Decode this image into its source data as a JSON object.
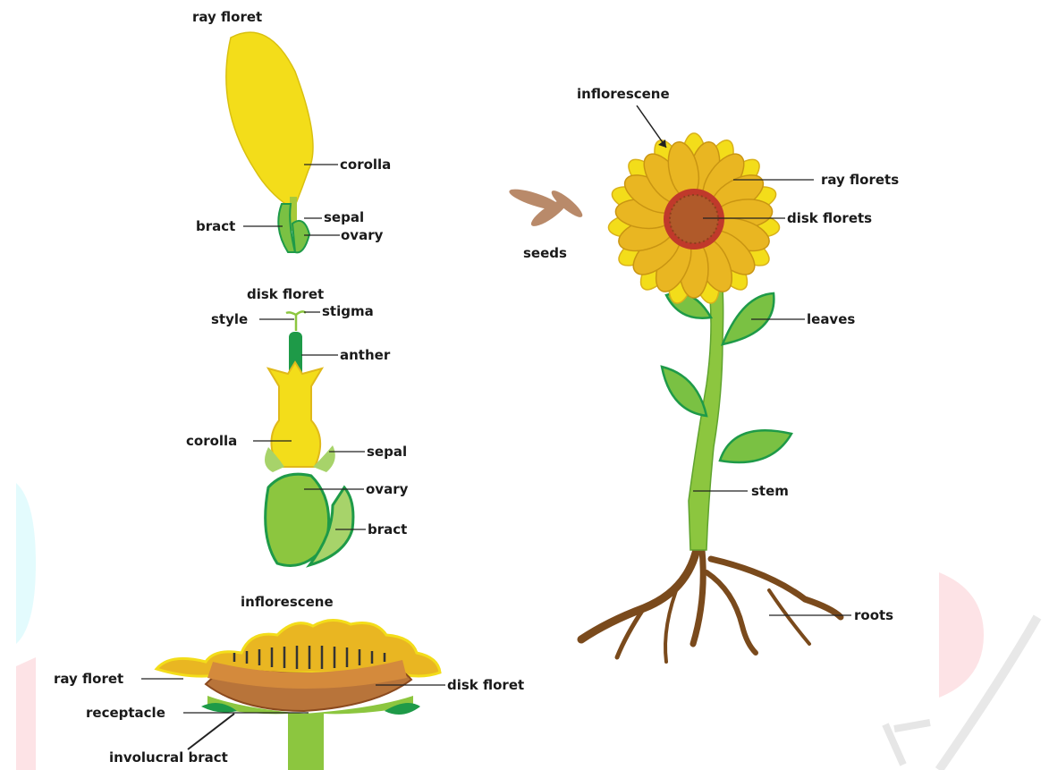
{
  "ray_floret_panel": {
    "title": "ray floret",
    "labels": {
      "corolla": "corolla",
      "bract": "bract",
      "sepal": "sepal",
      "ovary": "ovary"
    }
  },
  "disk_floret_panel": {
    "title": "disk floret",
    "labels": {
      "style": "style",
      "stigma": "stigma",
      "anther": "anther",
      "corolla": "corolla",
      "sepal": "sepal",
      "ovary": "ovary",
      "bract": "bract"
    }
  },
  "inflorescence_panel": {
    "title": "inflorescene",
    "labels": {
      "ray_floret": "ray floret",
      "disk_floret": "disk floret",
      "receptacle": "receptacle",
      "involucral_bract": "involucral bract"
    }
  },
  "plant_panel": {
    "labels": {
      "inflorescence": "inflorescene",
      "ray_florets": "ray florets",
      "disk_florets": "disk florets",
      "seeds": "seeds",
      "leaves": "leaves",
      "stem": "stem",
      "roots": "roots"
    }
  },
  "colors": {
    "petal_yellow": "#f3dd1a",
    "petal_orange": "#e9b622",
    "disk_brown": "#b05a2a",
    "disk_red": "#c0392b",
    "stem_green": "#8cc63f",
    "leaf_green": "#7ac143",
    "dark_green": "#1e9a48",
    "root_brown": "#7a4a1c",
    "seed_brown": "#b98a6a",
    "watermark_cyan": "#e3fbfd",
    "watermark_pink": "#fde3e6"
  }
}
